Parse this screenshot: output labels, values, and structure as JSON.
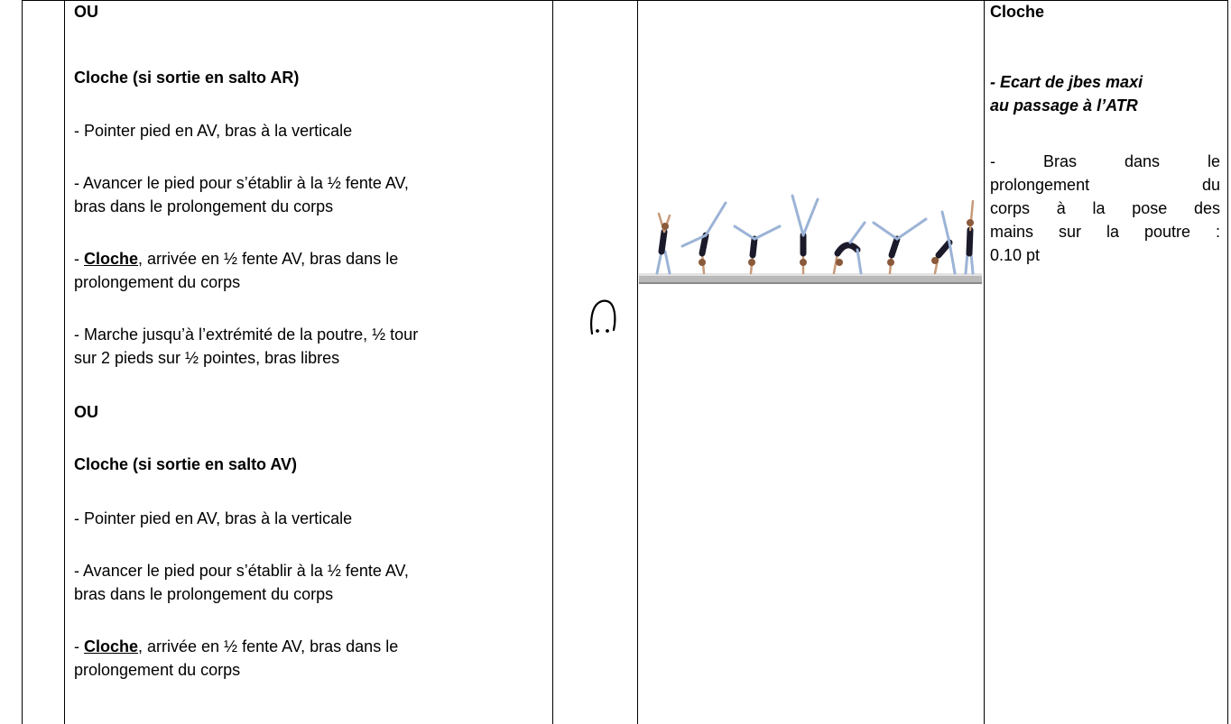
{
  "main": {
    "ou_1": "OU",
    "heading_ar": "Cloche (si sortie en salto AR)",
    "ar_line_1": "- Pointer pied en AV, bras à la verticale",
    "ar_line_2a": "- Avancer le pied pour s’établir à la ½  fente AV,",
    "ar_line_2b": "bras dans le prolongement du corps",
    "ar_line_3_prefix": "- ",
    "ar_line_3_keyword": "Cloche",
    "ar_line_3_rest": ", arrivée en ½  fente AV, bras dans le",
    "ar_line_3b": "prolongement du corps",
    "ar_line_4a": "- Marche jusqu’à l’extrémité de la poutre, ½ tour",
    "ar_line_4b": "sur 2 pieds sur ½ pointes, bras libres",
    "ou_2": "OU",
    "heading_av": "Cloche (si sortie en salto AV)",
    "av_line_1": "- Pointer pied en AV, bras à la verticale",
    "av_line_2a": "- Avancer le pied pour s’établir à la ½  fente AV,",
    "av_line_2b": "bras dans le prolongement du corps",
    "av_line_3_prefix": "- ",
    "av_line_3_keyword": "Cloche",
    "av_line_3_rest": ", arrivée en ½  fente AV, bras dans le",
    "av_line_3b": "prolongement du corps"
  },
  "criteria": {
    "title": "Cloche",
    "emph_1": "- Ecart de jbes maxi",
    "emph_2": "au passage à l’ATR",
    "l1": [
      "-",
      "Bras",
      "dans",
      "le"
    ],
    "l2": [
      "prolongement",
      "du"
    ],
    "l3": [
      "corps",
      "à",
      "la",
      "pose",
      "des"
    ],
    "l4": [
      "mains",
      "sur",
      "la",
      "poutre",
      ":"
    ],
    "l5": "0.10 pt"
  },
  "icons": {
    "symbol": "cloche-symbol-icon",
    "illustration": "gymnast-walkover-sequence-image"
  }
}
